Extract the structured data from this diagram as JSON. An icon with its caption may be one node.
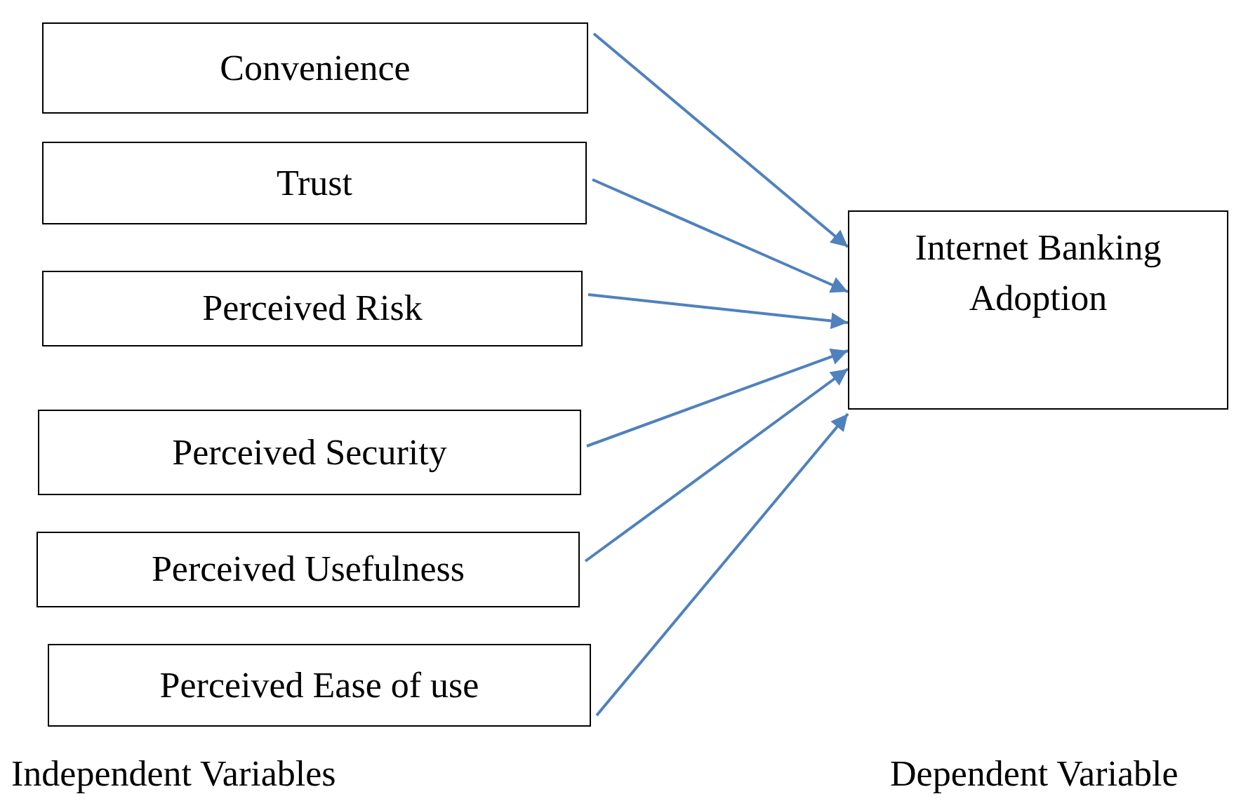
{
  "diagram": {
    "nodes": [
      {
        "text": [
          "Convenience"
        ]
      },
      {
        "text": [
          "Trust"
        ]
      },
      {
        "text": [
          "Perceived Risk"
        ]
      },
      {
        "text": [
          "Perceived Security"
        ]
      },
      {
        "text": [
          "Perceived Usefulness"
        ]
      },
      {
        "text": [
          "Perceived Ease of use"
        ]
      },
      {
        "text": [
          "Internet Banking Adoption"
        ]
      }
    ],
    "edges": [
      {
        "from": 0,
        "to": 6,
        "arrow": "to"
      },
      {
        "from": 1,
        "to": 6,
        "arrow": "to"
      },
      {
        "from": 2,
        "to": 6,
        "arrow": "to"
      },
      {
        "from": 3,
        "to": 6,
        "arrow": "to"
      },
      {
        "from": 4,
        "to": 6,
        "arrow": "to"
      },
      {
        "from": 5,
        "to": 6,
        "arrow": "to"
      }
    ],
    "labels": [
      "Independent Variables",
      "Dependent Variable"
    ]
  }
}
